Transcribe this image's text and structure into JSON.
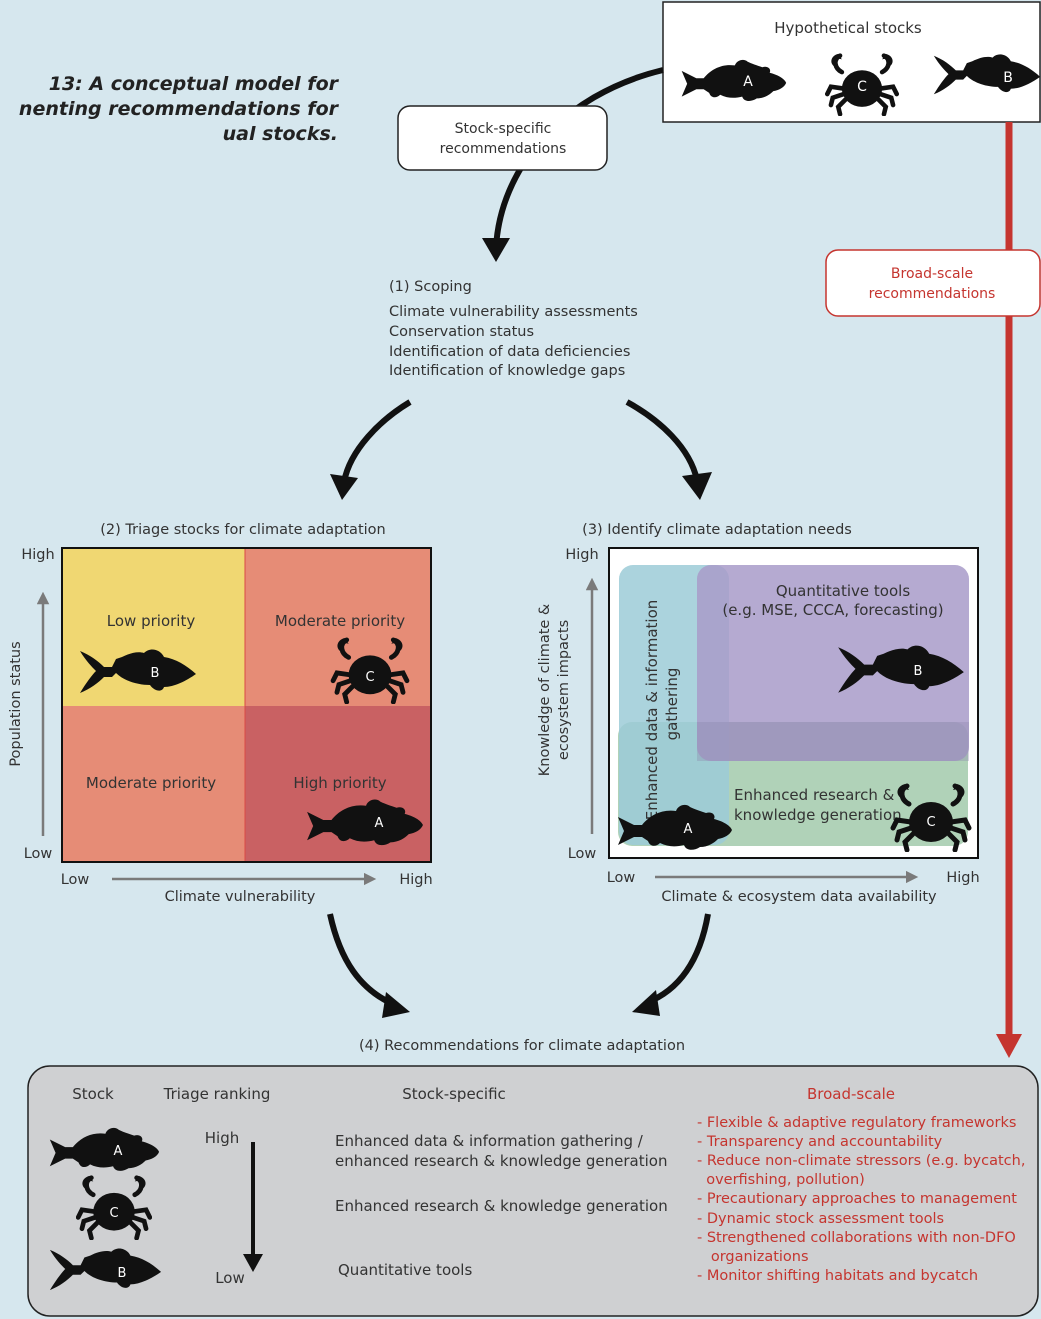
{
  "caption": {
    "line1": "13: A conceptual model for",
    "line2": "nenting recommendations for",
    "line3": "ual stocks."
  },
  "colors": {
    "background": "#d6e7ee",
    "low_priority": "#f0d772",
    "moderate_priority": "#e68c76",
    "high_priority": "#c96163",
    "data_gathering": "#9ccbd7",
    "quantitative_tools": "#a89bc9",
    "research": "#a7cdb0",
    "broad_scale": "#c5352f",
    "arrow_black": "#111111",
    "axis_gray": "#7a7a7a"
  },
  "hypothetical": {
    "title": "Hypothetical stocks",
    "stocks": [
      "A",
      "C",
      "B"
    ]
  },
  "stock_specific_label": "Stock-specific\nrecommendations",
  "broad_scale_label": "Broad-scale\nrecommendations",
  "scoping": {
    "title": "(1) Scoping",
    "items": [
      "Climate vulnerability assessments",
      "Conservation status",
      "Identification of data deficiencies",
      "Identification of knowledge gaps"
    ]
  },
  "triage": {
    "title": "(2) Triage stocks for climate adaptation",
    "y_label": "Population status",
    "x_label": "Climate vulnerability",
    "y_high": "High",
    "y_low": "Low",
    "x_low": "Low",
    "x_high": "High",
    "quadrants": {
      "top_left": "Low priority",
      "top_right": "Moderate priority",
      "bottom_left": "Moderate priority",
      "bottom_right": "High priority"
    },
    "placements": {
      "top_left": "B",
      "top_right": "C",
      "bottom_right": "A"
    }
  },
  "needs": {
    "title": "(3) Identify climate adaptation needs",
    "y_label_line1": "Knowledge of climate &",
    "y_label_line2": "ecosystem impacts",
    "x_label": "Climate & ecosystem data availability",
    "y_high": "High",
    "y_low": "Low",
    "x_low": "Low",
    "x_high": "High",
    "quantitative_line1": "Quantitative tools",
    "quantitative_line2": "(e.g. MSE, CCCA, forecasting)",
    "data_line1": "Enhanced  data & information",
    "data_line2": "gathering",
    "research_line1": "Enhanced research &",
    "research_line2": "knowledge generation",
    "placements": {
      "quantitative": "B",
      "research": "C",
      "data": "A"
    }
  },
  "recommendations": {
    "title": "(4) Recommendations for climate adaptation",
    "col_stock": "Stock",
    "col_triage": "Triage ranking",
    "col_specific": "Stock-specific",
    "col_broad": "Broad-scale",
    "triage_high": "High",
    "triage_low": "Low",
    "stocks": [
      "A",
      "C",
      "B"
    ],
    "specific_items": [
      {
        "line1": "Enhanced  data & information gathering /",
        "line2": "enhanced research & knowledge generation"
      },
      {
        "line1": "Enhanced research & knowledge generation",
        "line2": ""
      },
      {
        "line1": "Quantitative tools",
        "line2": ""
      }
    ],
    "broad_items": [
      "- Flexible & adaptive regulatory frameworks",
      "- Transparency and accountability",
      "- Reduce non-climate stressors (e.g. bycatch,",
      "  overfishing, pollution)",
      "- Precautionary approaches to management",
      "- Dynamic stock assessment tools",
      "- Strengthened collaborations with non-DFO",
      "   organizations",
      "- Monitor shifting habitats and bycatch"
    ]
  }
}
